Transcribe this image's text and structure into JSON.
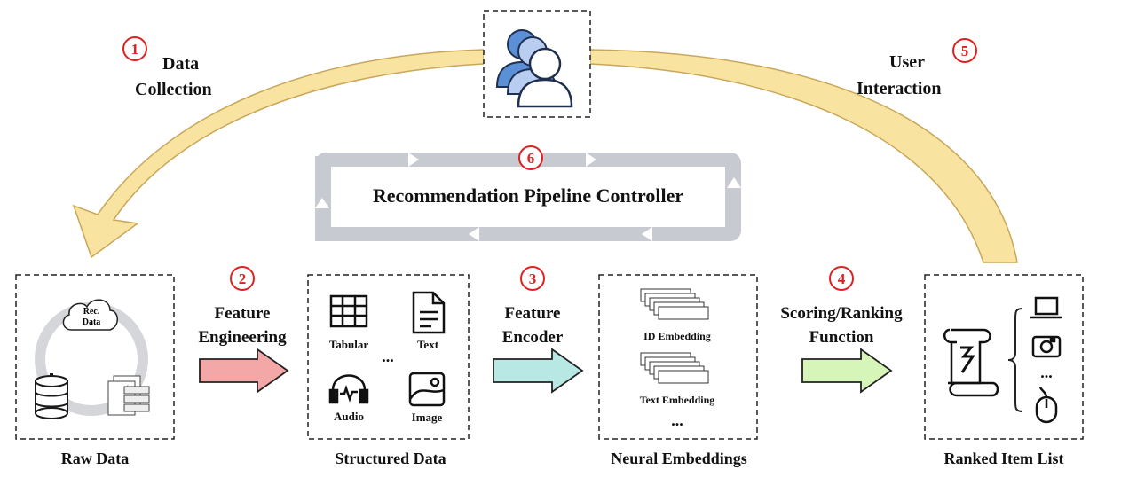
{
  "steps": [
    {
      "num": "1",
      "line1": "Data",
      "line2": "Collection"
    },
    {
      "num": "2",
      "line1": "Feature",
      "line2": "Engineering"
    },
    {
      "num": "3",
      "line1": "Feature",
      "line2": "Encoder"
    },
    {
      "num": "4",
      "line1": "Scoring/Ranking",
      "line2": "Function"
    },
    {
      "num": "5",
      "line1": "User",
      "line2": "Interaction"
    },
    {
      "num": "6",
      "line1": "",
      "line2": ""
    }
  ],
  "controller": {
    "label": "Recommendation Pipeline Controller"
  },
  "stages": {
    "raw": {
      "title": "Raw Data",
      "cloud_line1": "Rec.",
      "cloud_line2": "Data"
    },
    "structured": {
      "title": "Structured Data",
      "tabular": "Tabular",
      "text": "Text",
      "audio": "Audio",
      "image": "Image",
      "ellipsis": "..."
    },
    "neural": {
      "title": "Neural Embeddings",
      "id_embedding": "ID Embedding",
      "text_embedding": "Text Embedding",
      "ellipsis": "..."
    },
    "ranked": {
      "title": "Ranked Item List",
      "ellipsis": "..."
    }
  },
  "colors": {
    "step_number": "#e02020",
    "feedback_arrow": "#f8e3a0",
    "feedback_arrow_stroke": "#c9a75a",
    "arrow_feature_engineering": "#f4a7a7",
    "arrow_feature_encoder": "#b7e8e3",
    "arrow_scoring": "#d6f5b8",
    "controller_ring": "#c7cbd1",
    "user_icon_blue": "#5b8fd6",
    "user_icon_light": "#b8cdef"
  },
  "icons": [
    "users-icon",
    "database-icon",
    "cloud-icon",
    "table-icon",
    "document-icon",
    "headphones-icon",
    "image-icon",
    "scroll-icon",
    "laptop-icon",
    "camera-icon",
    "mouse-icon"
  ]
}
